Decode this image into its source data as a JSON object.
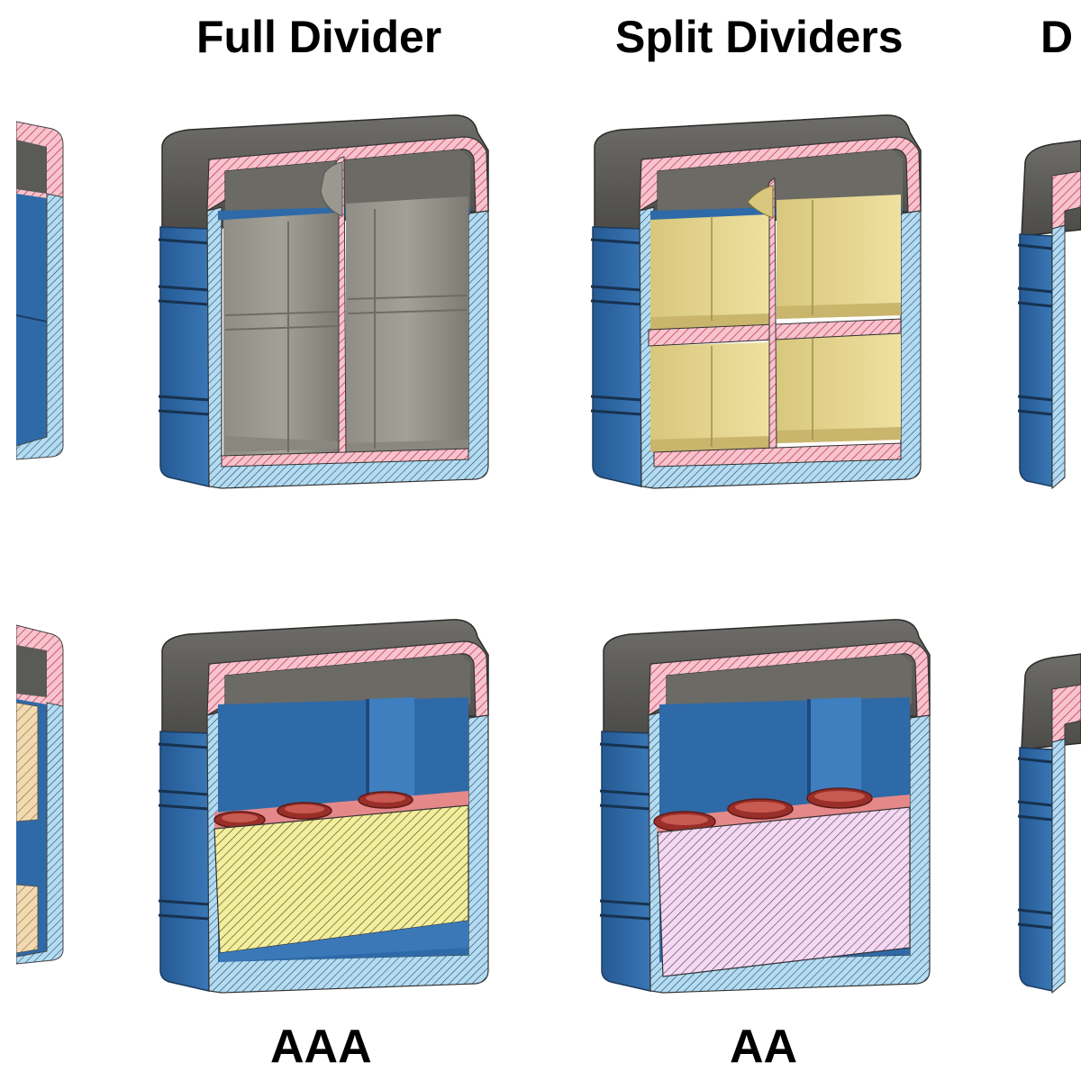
{
  "headers": {
    "col1": "Full Divider",
    "col2": "Split Dividers",
    "col3_partial": "D"
  },
  "captions": {
    "col1": "AAA",
    "col2": "AA"
  },
  "colors": {
    "lid_grey": "#5f5f5c",
    "box_blue": "#2f6aa8",
    "section_pink": "#f4b8c6",
    "section_lightblue": "#a9d8f2",
    "divider_grey": "#8c8a80",
    "compartment_yellow": "#e8d58c",
    "insert_yellow": "#f2ec98",
    "insert_lilac": "#f2d4f0",
    "hole_red": "#b9473f"
  }
}
